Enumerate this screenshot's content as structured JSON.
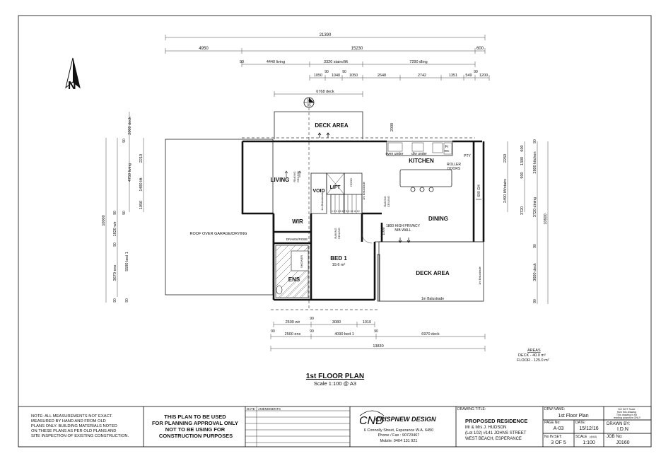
{
  "dimensions": {
    "overall": "21390",
    "row2": [
      "4950",
      "15230",
      "600"
    ],
    "row3": [
      "90",
      "4440 living",
      "3320 stairs/lift",
      "7290 dling"
    ],
    "row4": [
      "1050",
      "90",
      "1040",
      "90",
      "1050",
      "2648",
      "2742",
      "1351",
      "549",
      "90",
      "1200"
    ],
    "deck": "6768 deck",
    "section": [
      "S1",
      "05"
    ],
    "left_upper": [
      "2000 deck",
      "90",
      "2210",
      "4750 living",
      "1490 lift",
      "1050",
      "90"
    ],
    "left_lower": [
      "10000",
      "90",
      "1820 wir",
      "90",
      "3670 ens",
      "5580 bed 1",
      "90",
      "90"
    ],
    "right": [
      "2260",
      "600",
      "1300",
      "90",
      "2800 kitchen",
      "900",
      "2490 lift/stairs",
      "3720",
      "3720 dining",
      "10600",
      "90",
      "3600 deck",
      "90"
    ],
    "bottom_row1": [
      "2500 wir",
      "90",
      "3080",
      "1010"
    ],
    "bottom_row2": [
      "90",
      "2500 ens",
      "90",
      "4090 bed 1",
      "90",
      "6970 deck"
    ],
    "bottom_total": "13830",
    "stair_steps": "1 2 3 4 5 6 7 8 9 10 11 12",
    "deck_h": "2000",
    "gh": "600 GH",
    "nib": "1000"
  },
  "rooms": {
    "deck_top": "DECK AREA",
    "living": "LIVING",
    "void": "VOID",
    "lift": "LIFT",
    "kitchen": "KITCHEN",
    "dining": "DINING",
    "wir": "WIR",
    "bed1": "BED 1",
    "bed1_area": "19.6 m²",
    "ens": "ENS",
    "deck_bottom": "DECK AREA",
    "roof": "ROOF OVER GARAGE/DRYING"
  },
  "notes": {
    "oven": "oven under",
    "dw": "d/w under",
    "fr": "Fr",
    "rec": "rec",
    "pty": "PTY",
    "roller": "ROLLER",
    "doors": "DOORS",
    "raking1": "RAKING",
    "ceiling1": "CEILING",
    "raking2": "RAKING",
    "ceiling2": "CEILING",
    "raking3": "RAKING",
    "ceiling3": "CEILING",
    "privacy1": "1800 HIGH PRIVACY",
    "privacy2": "NIB WALL",
    "draws": "DRAWS/ROBE",
    "shower": "SHOWER",
    "balust1": "1m Balustrade",
    "balust2": "1m Balustrade",
    "balust3": "1m Balustrade",
    "balust4": "1m Balustrade",
    "hood": "HOOD"
  },
  "areas": {
    "title": "AREAS",
    "deck": "DECK  - 40.0 m²",
    "floor": "FLOOR - 125.0 m²"
  },
  "plan_title": "1st FLOOR PLAN",
  "plan_scale": "Scale 1:100 @ A3",
  "title_block": {
    "disclaimer": "NOTE: ALL MEASUREMENTS NOT EXACT.\nMEASURED BY HAND AND FROM OLD\nPLANS ONLY. BUILDING MATERIALS NOTED\nON THESE PLANS AS PER OLD PLANS AND\nSITE INSPECTION OF EXISTING CONSTRUCTION.",
    "warning": "THIS PLAN TO BE USED\nFOR PLANNING APPROVAL ONLY\nNOT TO BE USING FOR\nCONSTRUCTION PURPOSES",
    "date_label": "DATE",
    "amendments_label": "AMENDMENTS",
    "company_name": "CRISPNEW DESIGN",
    "company_address": "6 Connolly Street, Esperance W.A. 6450",
    "company_phone": "Phone / Fax : 90720467",
    "company_mobile": "Mobile: 0404 131 921",
    "drawing_title_label": "DRAWING TITLE:",
    "project": "PROPOSED RESIDENCE",
    "client": "Mr & Mrs J. HUDSON",
    "address1": "(Lot 102) #141  JOHNS STREET",
    "address2": "WEST BEACH, ESPERANCE",
    "drw_name_label": "DRW NAME:",
    "drw_name": "1st Floor Plan",
    "do_not_scale": "DO NOT Scale\nfrom this drawing\nThis drawing is for\nreading purposes ONLY",
    "page_no_label": "PAGE No:",
    "page_no": "A-03",
    "date_field_label": "DATE:",
    "date_value": "15/12/16",
    "drawn_by_label": "DRAWN BY:",
    "drawn_by": "I.D.N",
    "no_in_set_label": "No IN SET:",
    "no_in_set": "3 OF 5",
    "scale_label": "SCALE",
    "scale_sub": "(@A3)",
    "scale_value": "1:100",
    "job_no_label": "JOB No:",
    "job_no": "J0160"
  }
}
